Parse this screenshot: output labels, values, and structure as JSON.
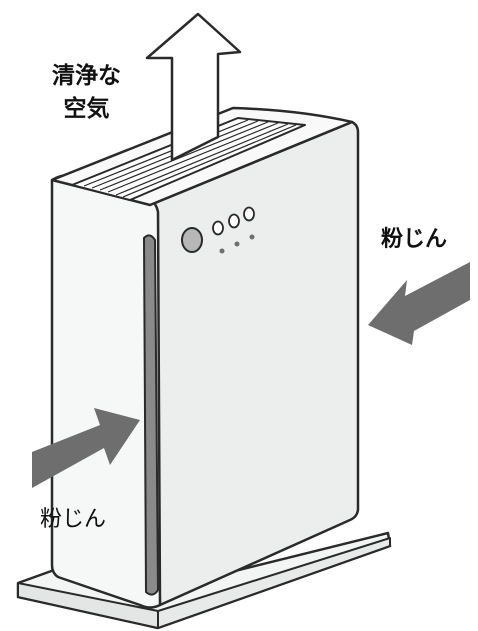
{
  "labels": {
    "clean_air_line1": "清浄な",
    "clean_air_line2": "空気",
    "dust_right": "粉じん",
    "dust_left": "粉じん"
  },
  "colors": {
    "outline": "#2a2a2a",
    "arrow_fill": "#6e6e6e",
    "body_fill": "#f6f7f7",
    "side_fill": "#eceded",
    "intake_panel": "#8a8a8a",
    "button_fill": "#b7b7b7"
  },
  "icons": {
    "outflow_arrow": "up-arrow-icon",
    "intake_arrow_right": "left-arrow-icon",
    "intake_arrow_left": "right-arrow-icon"
  }
}
